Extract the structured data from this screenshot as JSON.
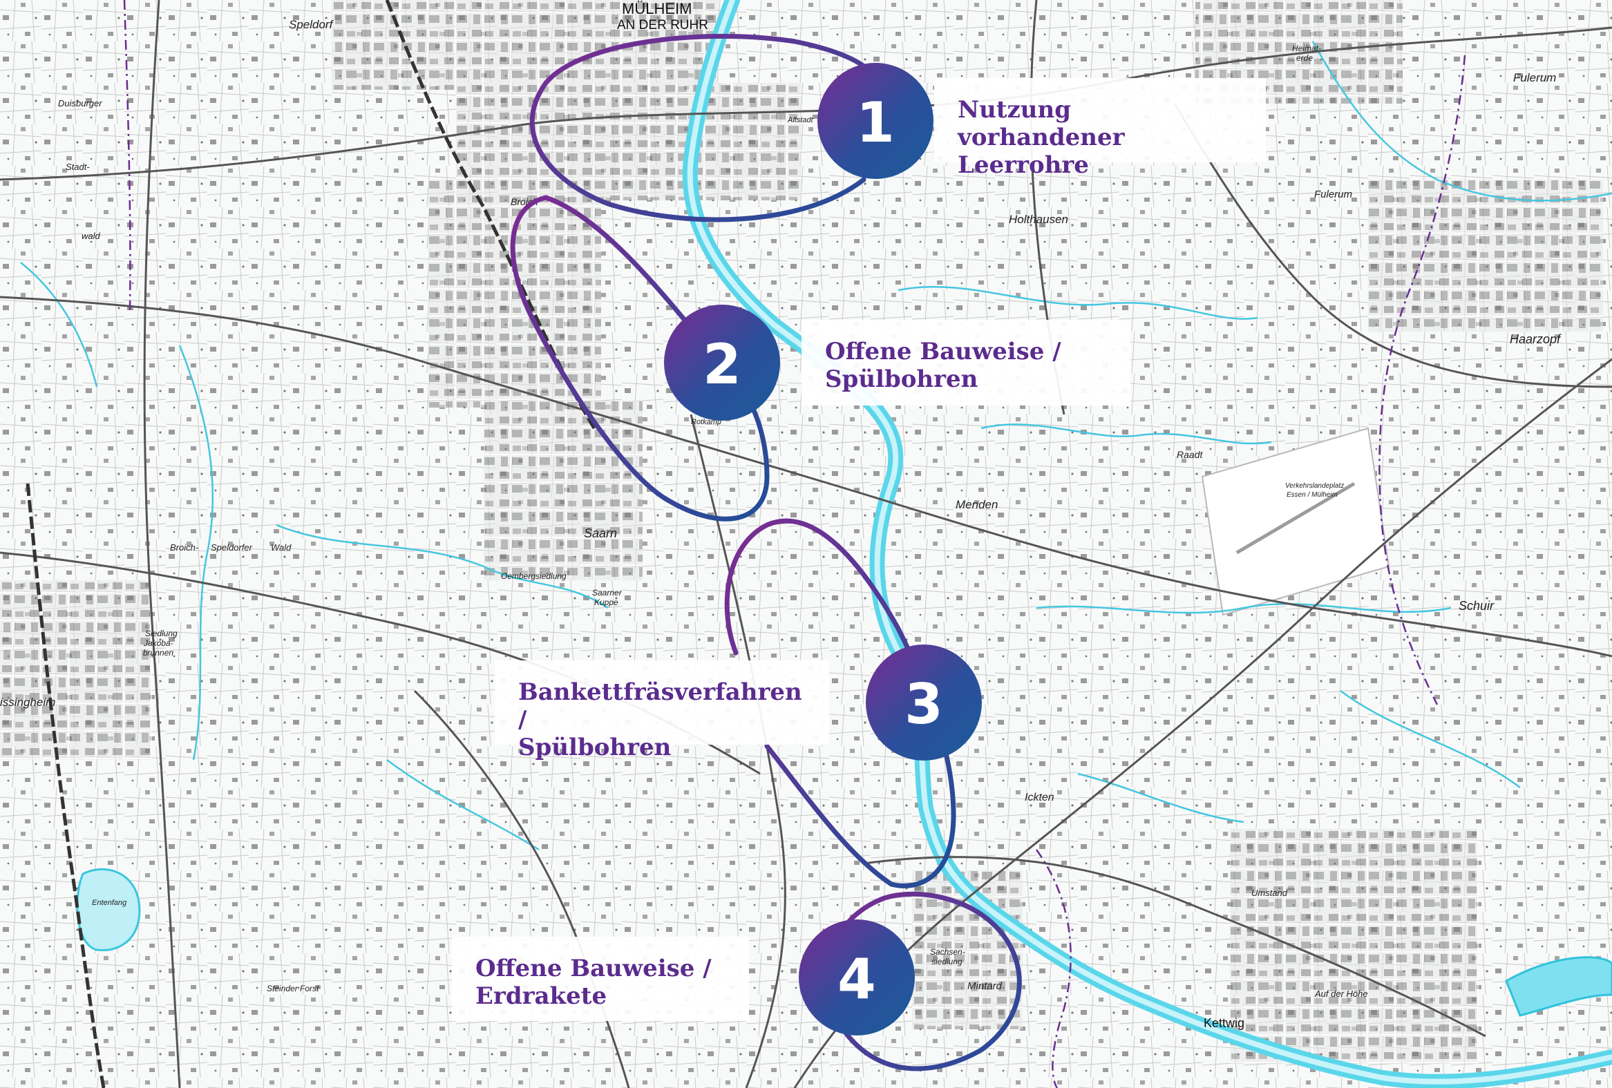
{
  "map": {
    "place_labels": [
      {
        "text": "Speldorf",
        "kind": "town"
      },
      {
        "text": "MÜLHEIM",
        "kind": "city"
      },
      {
        "text": "AN DER RUHR",
        "kind": "city"
      },
      {
        "text": "Fulerum",
        "kind": "town"
      },
      {
        "text": "Fulerum",
        "kind": "town"
      },
      {
        "text": "Holthausen",
        "kind": "town"
      },
      {
        "text": "Heimat-",
        "kind": "small"
      },
      {
        "text": "erde",
        "kind": "small"
      },
      {
        "text": "Haarzopf",
        "kind": "town"
      },
      {
        "text": "Raadt",
        "kind": "small"
      },
      {
        "text": "Menden",
        "kind": "town"
      },
      {
        "text": "Saarn",
        "kind": "town"
      },
      {
        "text": "Oembergsiedlung",
        "kind": "small"
      },
      {
        "text": "Saarner",
        "kind": "small"
      },
      {
        "text": "Kuppe",
        "kind": "small"
      },
      {
        "text": "Broich-",
        "kind": "small"
      },
      {
        "text": "Speldorfer",
        "kind": "small"
      },
      {
        "text": "Wald",
        "kind": "small"
      },
      {
        "text": "Siedlung",
        "kind": "small"
      },
      {
        "text": "Jakoba-",
        "kind": "small"
      },
      {
        "text": "brunnen",
        "kind": "small"
      },
      {
        "text": "Schuir",
        "kind": "town"
      },
      {
        "text": "Ickten",
        "kind": "town"
      },
      {
        "text": "Umstand",
        "kind": "small"
      },
      {
        "text": "Kettwig",
        "kind": "town"
      },
      {
        "text": "Auf der Höhe",
        "kind": "small"
      },
      {
        "text": "Mintard",
        "kind": "town"
      },
      {
        "text": "Sachsen-",
        "kind": "small"
      },
      {
        "text": "siedlung",
        "kind": "small"
      },
      {
        "text": "issingheim",
        "kind": "town"
      },
      {
        "text": "Entenfang",
        "kind": "small"
      },
      {
        "text": "Steinder Forst",
        "kind": "small"
      },
      {
        "text": "Verkehrslandeplatz",
        "kind": "small"
      },
      {
        "text": "Essen / Mülheim",
        "kind": "small"
      },
      {
        "text": "Duisburger",
        "kind": "small"
      },
      {
        "text": "Stadt-",
        "kind": "small"
      },
      {
        "text": "wald",
        "kind": "small"
      },
      {
        "text": "Rotkamp",
        "kind": "small"
      },
      {
        "text": "Altstadt",
        "kind": "small"
      },
      {
        "text": "Broich",
        "kind": "small"
      }
    ]
  },
  "steps": [
    {
      "number": "1",
      "text": [
        "Nutzung vorhandener",
        "Leerrohre"
      ]
    },
    {
      "number": "2",
      "text": [
        "Offene Bauweise /",
        "Spülbohren"
      ]
    },
    {
      "number": "3",
      "text": [
        "Bankettfräsverfahren /",
        "Spülbohren"
      ]
    },
    {
      "number": "4",
      "text": [
        "Offene Bauweise /",
        "Erdrakete"
      ]
    }
  ],
  "colors": {
    "purple": "#6a2c91",
    "blue": "#1d4f96",
    "water": "#4fd3e8",
    "road": "#555555"
  }
}
